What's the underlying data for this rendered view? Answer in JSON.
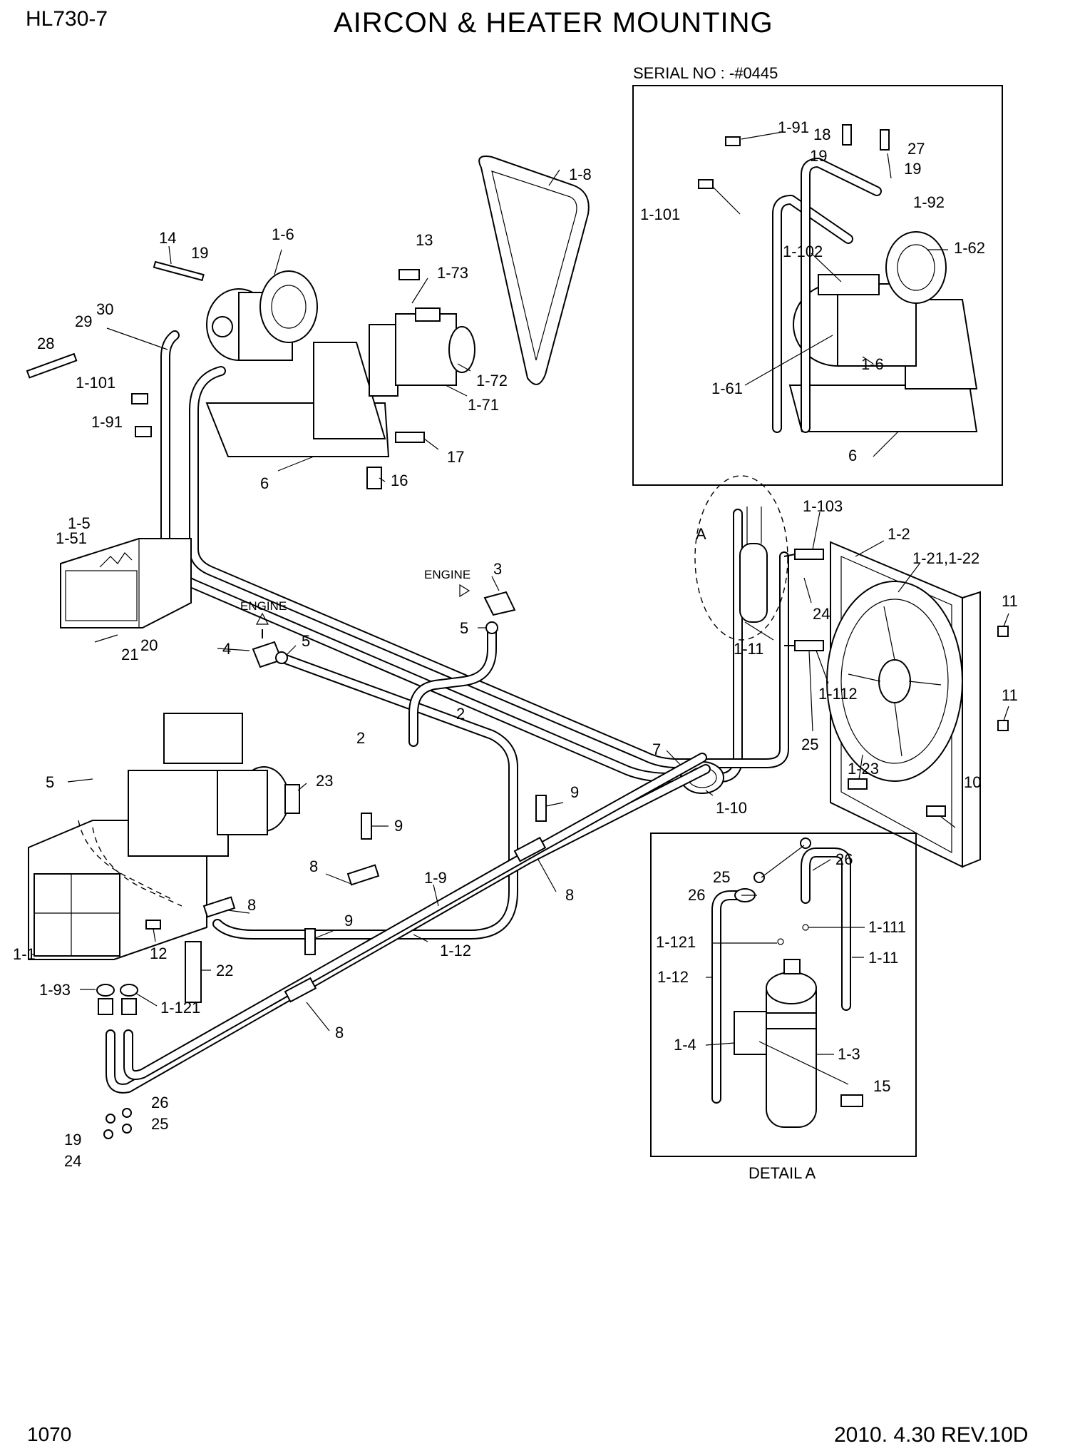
{
  "header": {
    "model": "HL730-7",
    "title": "AIRCON & HEATER MOUNTING"
  },
  "footer": {
    "page_number": "1070",
    "revision": "2010. 4.30  REV.10D"
  },
  "inset_serial": {
    "caption": "SERIAL NO : -#0445",
    "labels": [
      "1-91",
      "18",
      "27",
      "19",
      "19",
      "1-92",
      "1-101",
      "1-102",
      "1-62",
      "1-6",
      "1-61",
      "6"
    ]
  },
  "detail_a": {
    "caption": "DETAIL A",
    "labels": [
      "25",
      "26",
      "26",
      "1-111",
      "1-121",
      "1-11",
      "1-12",
      "1-4",
      "1-3",
      "15"
    ]
  },
  "main": {
    "compressor_labels": [
      "14",
      "19",
      "1-6",
      "13",
      "1-73",
      "1-8",
      "30",
      "29",
      "28",
      "1-101",
      "1-91",
      "1-72",
      "1-71",
      "17",
      "16",
      "6"
    ],
    "control_panel_labels": [
      "1-5",
      "1-51",
      "21",
      "20"
    ],
    "engine_labels": [
      "ENGINE",
      "ENGINE",
      "3",
      "5",
      "4",
      "5",
      "2",
      "2"
    ],
    "condenser_labels": [
      "A",
      "1-103",
      "1-2",
      "1-21,1-22",
      "24",
      "1-11",
      "11",
      "11",
      "1-112",
      "25",
      "1-23",
      "10",
      "7",
      "1-10"
    ],
    "heater_labels": [
      "5",
      "23",
      "9",
      "9",
      "8",
      "1-9",
      "8",
      "8",
      "9",
      "1-12",
      "1-1",
      "12",
      "22",
      "1-93",
      "1-121",
      "8",
      "26",
      "25",
      "19",
      "24"
    ]
  }
}
